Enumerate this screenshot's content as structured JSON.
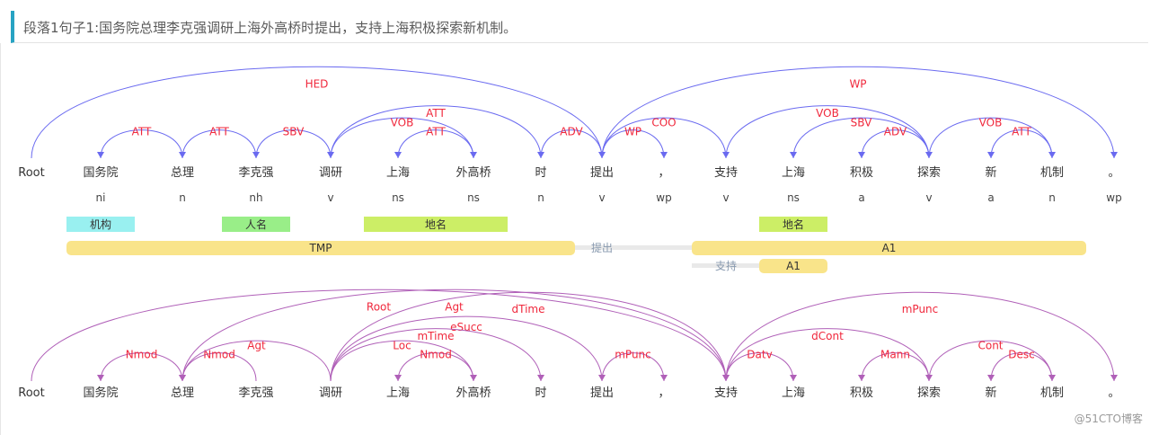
{
  "header": {
    "title": "段落1句子1:国务院总理李克强调研上海外高桥时提出，支持上海积极探索新机制。"
  },
  "colors": {
    "dep_arc": "#6a6af0",
    "sem_arc": "#b060b8",
    "label": "#f0283c",
    "header_accent": "#27a3c3",
    "ner_org": "#99f0f0",
    "ner_person": "#99ee88",
    "ner_loc": "#ccee66",
    "srl_arg": "#f9e48a",
    "srl_line": "#e9e9e9",
    "srl_predicate": "#8a9bb0"
  },
  "tokens": [
    "Root",
    "国务院",
    "总理",
    "李克强",
    "调研",
    "上海",
    "外高桥",
    "时",
    "提出",
    "，",
    "支持",
    "上海",
    "积极",
    "探索",
    "新",
    "机制",
    "。"
  ],
  "pos_tags": [
    "",
    "ni",
    "n",
    "nh",
    "v",
    "ns",
    "ns",
    "n",
    "v",
    "wp",
    "v",
    "ns",
    "a",
    "v",
    "a",
    "n",
    "wp"
  ],
  "dependency_arcs": [
    {
      "head": 0,
      "dep": 8,
      "label": "HED"
    },
    {
      "head": 2,
      "dep": 1,
      "label": "ATT"
    },
    {
      "head": 3,
      "dep": 2,
      "label": "ATT"
    },
    {
      "head": 4,
      "dep": 3,
      "label": "SBV"
    },
    {
      "head": 7,
      "dep": 4,
      "label": "ATT"
    },
    {
      "head": 4,
      "dep": 6,
      "label": "VOB"
    },
    {
      "head": 6,
      "dep": 5,
      "label": "ATT"
    },
    {
      "head": 8,
      "dep": 7,
      "label": "ADV"
    },
    {
      "head": 8,
      "dep": 9,
      "label": "WP"
    },
    {
      "head": 8,
      "dep": 10,
      "label": "COO"
    },
    {
      "head": 8,
      "dep": 16,
      "label": "WP"
    },
    {
      "head": 10,
      "dep": 13,
      "label": "VOB"
    },
    {
      "head": 13,
      "dep": 11,
      "label": "SBV"
    },
    {
      "head": 13,
      "dep": 12,
      "label": "ADV"
    },
    {
      "head": 13,
      "dep": 15,
      "label": "VOB"
    },
    {
      "head": 15,
      "dep": 14,
      "label": "ATT"
    }
  ],
  "ner": [
    {
      "start": 1,
      "end": 1,
      "label": "机构",
      "type": "org"
    },
    {
      "start": 3,
      "end": 3,
      "label": "人名",
      "type": "person"
    },
    {
      "start": 5,
      "end": 6,
      "label": "地名",
      "type": "loc"
    },
    {
      "start": 11,
      "end": 11,
      "label": "地名",
      "type": "loc"
    }
  ],
  "srl": [
    {
      "predicate": 8,
      "predicate_label": "提出",
      "args": [
        {
          "start": 1,
          "end": 7,
          "label": "TMP"
        },
        {
          "start": 10,
          "end": 15,
          "label": "A1"
        }
      ]
    },
    {
      "predicate": 10,
      "predicate_label": "支持",
      "args": [
        {
          "start": 11,
          "end": 11,
          "label": "A1"
        }
      ]
    }
  ],
  "semantic_arcs": [
    {
      "head": 0,
      "dep": 10,
      "label": "Root"
    },
    {
      "head": 2,
      "dep": 1,
      "label": "Nmod"
    },
    {
      "head": 3,
      "dep": 2,
      "label": "Nmod"
    },
    {
      "head": 4,
      "dep": 2,
      "label": "Agt"
    },
    {
      "head": 10,
      "dep": 2,
      "label": "Agt"
    },
    {
      "head": 4,
      "dep": 10,
      "label": "dTime"
    },
    {
      "head": 4,
      "dep": 8,
      "label": "eSucc"
    },
    {
      "head": 4,
      "dep": 7,
      "label": "mTime"
    },
    {
      "head": 4,
      "dep": 6,
      "label": "Loc"
    },
    {
      "head": 6,
      "dep": 5,
      "label": "Nmod"
    },
    {
      "head": 8,
      "dep": 9,
      "label": "mPunc"
    },
    {
      "head": 10,
      "dep": 16,
      "label": "mPunc"
    },
    {
      "head": 10,
      "dep": 11,
      "label": "Datv"
    },
    {
      "head": 10,
      "dep": 13,
      "label": "dCont"
    },
    {
      "head": 13,
      "dep": 12,
      "label": "Mann"
    },
    {
      "head": 13,
      "dep": 15,
      "label": "Cont"
    },
    {
      "head": 15,
      "dep": 14,
      "label": "Desc"
    }
  ],
  "watermark": "@51CTO博客"
}
